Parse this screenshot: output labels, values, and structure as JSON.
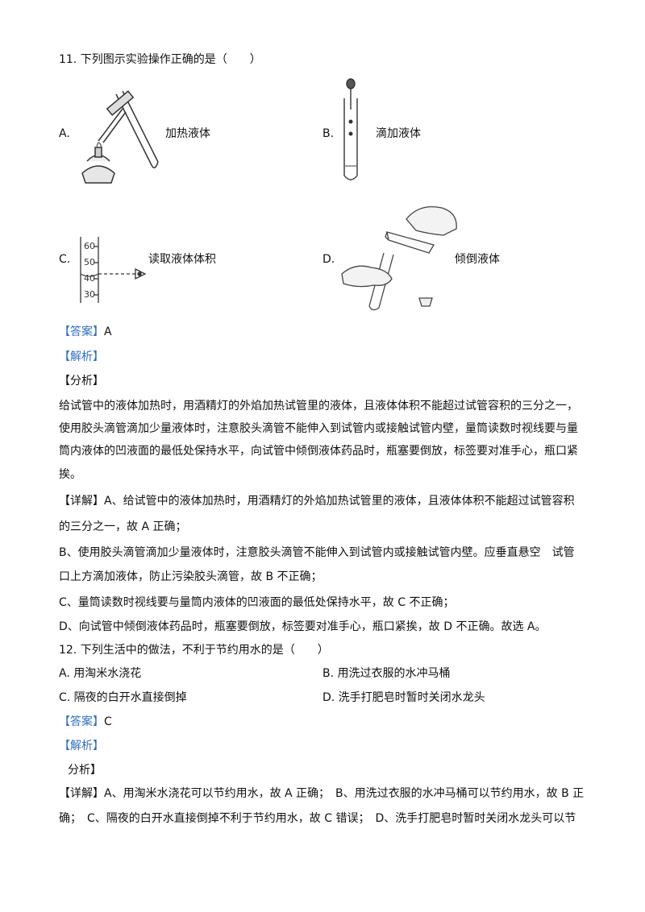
{
  "q11": {
    "title": "11. 下列图示实验操作正确的是（　　）",
    "options": [
      {
        "letter": "A.",
        "caption": "加热液体"
      },
      {
        "letter": "B.",
        "caption": "滴加液体"
      },
      {
        "letter": "C.",
        "caption": "读取液体体积"
      },
      {
        "letter": "D.",
        "caption": "倾倒液体"
      }
    ],
    "cylinder_ticks": [
      "60",
      "50",
      "40",
      "30"
    ],
    "answer_label": "【答案】",
    "answer_value": "A",
    "jiexi": "【解析】",
    "fenxi": "【分析】",
    "analysis": [
      "给试管中的液体加热时，用酒精灯的外焰加热试管里的液体，且液体体积不能超过试管容积的三分之一，",
      "使用胶头滴管滴加少量液体时，注意胶头滴管不能伸入到试管内或接触试管内壁，量筒读数时视线要与量",
      "筒内液体的凹液面的最低处保持水平，向试管中倾倒液体药品时，瓶塞要倒放，标签要对准手心，瓶口紧",
      "挨。"
    ],
    "detail_label": "【详解】",
    "detail": [
      "A、给试管中的液体加热时，用酒精灯的外焰加热试管里的液体，且液体体积不能超过试管容积",
      "的三分之一，故 A 正确；",
      "B、使用胶头滴管滴加少量液体时，注意胶头滴管不能伸入到试管内或接触试管内壁。应垂直悬空　试管",
      "口上方滴加液体，防止污染胶头滴管，故 B 不正确；",
      "C、量筒读数时视线要与量筒内液体的凹液面的最低处保持水平，故 C 不正确；",
      "D、向试管中倾倒液体药品时，瓶塞要倒放，标签要对准手心，瓶口紧挨，故 D 不正确。故选 A。"
    ]
  },
  "q12": {
    "title": "12. 下列生活中的做法，不利于节约用水的是（　　）",
    "options": [
      "A. 用淘米水浇花",
      "B. 用洗过衣服的水冲马桶",
      "C. 隔夜的白开水直接倒掉",
      "D. 洗手打肥皂时暂时关闭水龙头"
    ],
    "answer_label": "【答案】",
    "answer_value": "C",
    "jiexi": "【解析】",
    "fenxi": "分析】",
    "detail_label": "【详解】",
    "detail": [
      "A、用淘米水浇花可以节约用水，故 A 正确；　B、用洗过衣服的水冲马桶可以节约用水，故 B 正",
      "确；　C、隔夜的白开水直接倒掉不利于节约用水，故 C 错误；　D、洗手打肥皂时暂时关闭水龙头可以节"
    ]
  }
}
